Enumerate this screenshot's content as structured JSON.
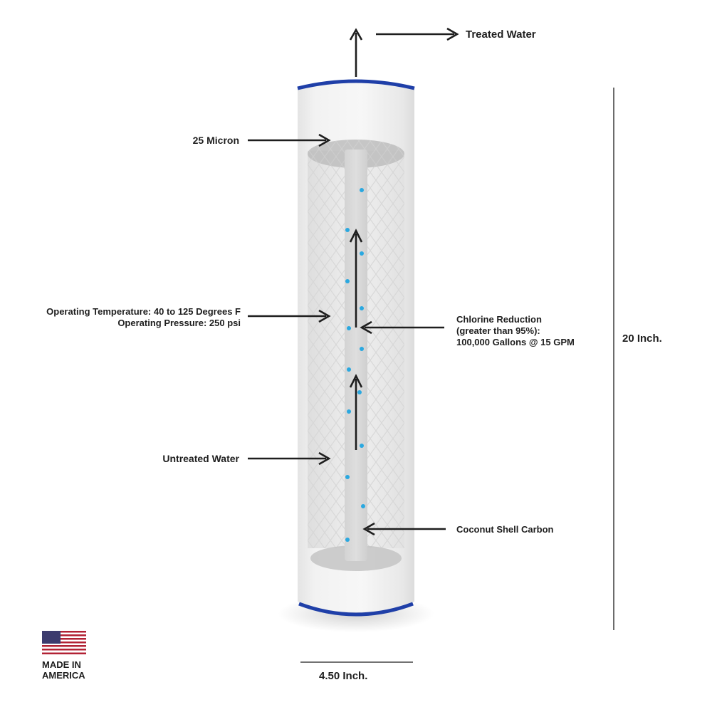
{
  "labels": {
    "treated_water": "Treated Water",
    "micron": "25 Micron",
    "operating_temperature": "Operating Temperature: 40 to 125 Degrees F",
    "operating_pressure": "Operating Pressure: 250 psi",
    "chlorine_line1": "Chlorine Reduction",
    "chlorine_line2": "(greater than 95%):",
    "chlorine_line3": "100,000 Gallons @ 15 GPM",
    "untreated_water": "Untreated Water",
    "coconut_shell": "Coconut Shell Carbon"
  },
  "dimensions": {
    "height": "20 Inch.",
    "width": "4.50 Inch."
  },
  "badge": {
    "line1": "MADE IN",
    "line2": "AMERICA",
    "icon": "us-flag-icon"
  },
  "colors": {
    "cap_blue": "#1f3fa8",
    "water_dot": "#2aa8e0",
    "arrow": "#1e1e1e"
  }
}
